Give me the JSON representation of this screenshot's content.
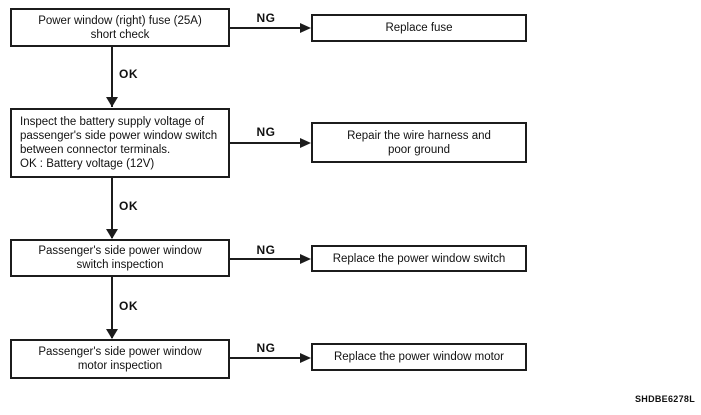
{
  "figure": {
    "code_label": "SHDBE6278L"
  },
  "flow": {
    "steps": [
      {
        "check": "Power window (right) fuse (25A)\nshort check",
        "ng_label": "NG",
        "ng_action": "Replace fuse",
        "ok_label": "OK"
      },
      {
        "check": "Inspect the battery supply voltage of\npassenger's side power window switch\nbetween connector terminals.\nOK : Battery voltage (12V)",
        "ng_label": "NG",
        "ng_action": "Repair the wire harness and\npoor ground",
        "ok_label": "OK"
      },
      {
        "check": "Passenger's side power window\nswitch inspection",
        "ng_label": "NG",
        "ng_action": "Replace the power window switch",
        "ok_label": "OK"
      },
      {
        "check": "Passenger's side power window\nmotor inspection",
        "ng_label": "NG",
        "ng_action": "Replace the power window motor"
      }
    ]
  }
}
